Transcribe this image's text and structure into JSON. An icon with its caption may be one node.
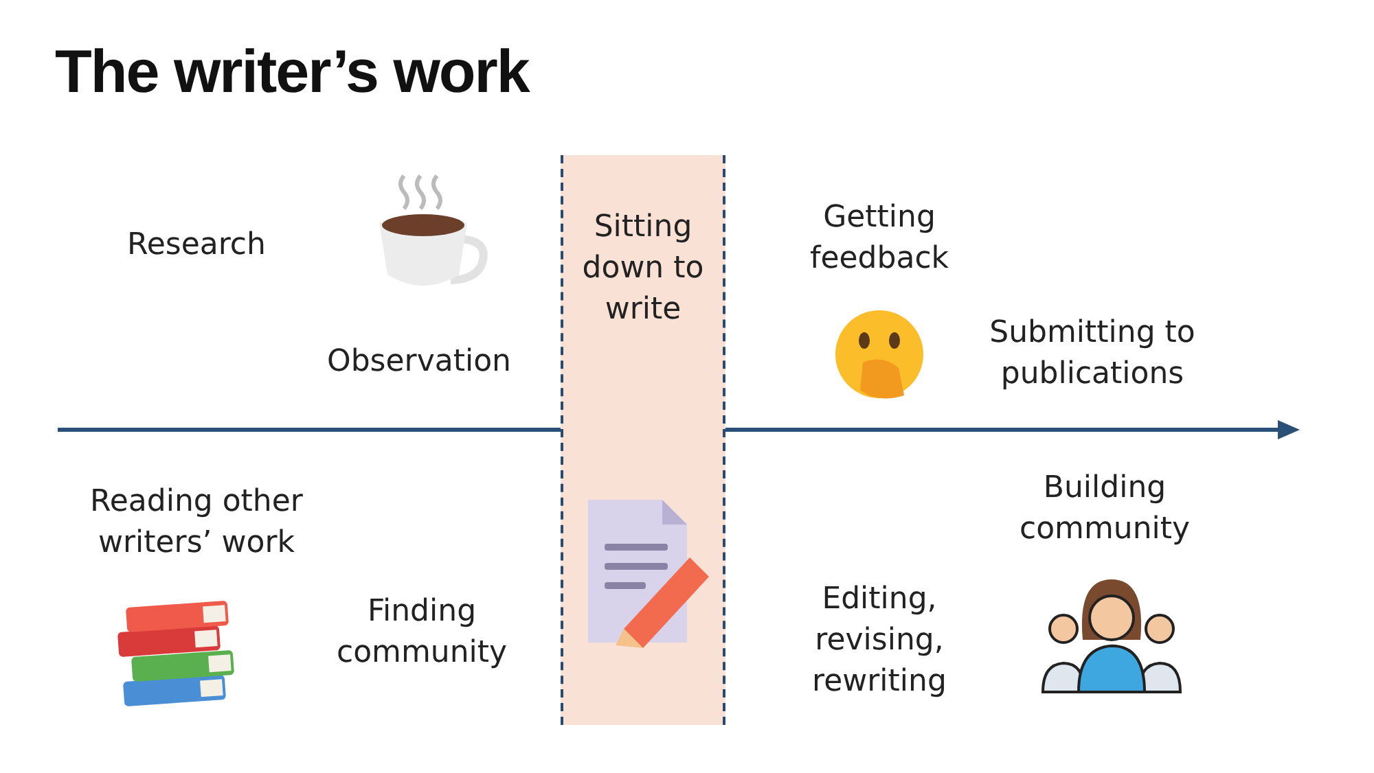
{
  "diagram": {
    "title": "The writer’s work",
    "nodes": [
      {
        "text": [
          "Sitting down to write"
        ]
      }
    ],
    "labels": [
      "Research",
      "Observation",
      "Getting feedback",
      "Submitting to publications",
      "Reading other writers’ work",
      "Finding community",
      "Building community",
      "Editing, revising, rewriting"
    ]
  }
}
